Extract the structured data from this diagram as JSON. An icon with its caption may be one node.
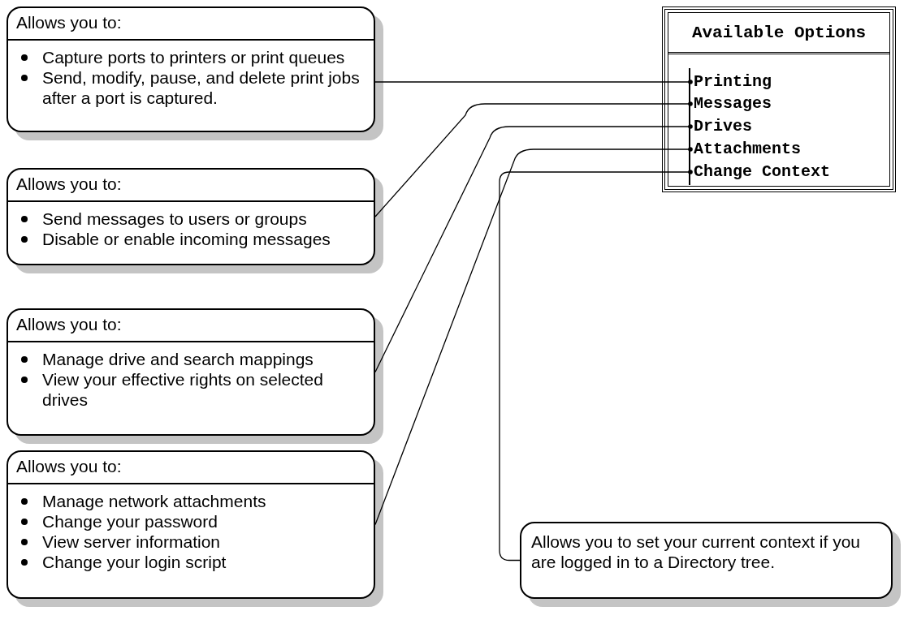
{
  "diagram": {
    "nodes": [
      {
        "text": [
          "Allows you to:",
          "Capture ports to printers or print queues",
          "Send, modify, pause, and delete print jobs after a port is captured."
        ]
      },
      {
        "text": [
          "Allows you to:",
          "Send messages to users or groups",
          "Disable or enable incoming messages"
        ]
      },
      {
        "text": [
          "Allows you to:",
          "Manage drive and search mappings",
          "View your effective rights on selected drives"
        ]
      },
      {
        "text": [
          "Allows you to:",
          "Manage network attachments",
          "Change your password",
          "View server information",
          "Change your login script"
        ]
      },
      {
        "text": [
          "Available Options"
        ]
      },
      {
        "text": [
          "Printing"
        ],
        "in": 4
      },
      {
        "text": [
          "Messages"
        ],
        "in": 4
      },
      {
        "text": [
          "Drives"
        ],
        "in": 4
      },
      {
        "text": [
          "Attachments"
        ],
        "in": 4
      },
      {
        "text": [
          "Change Context"
        ],
        "in": 4
      },
      {
        "text": [
          "Allows you to set your current context if you are logged in to a Directory tree."
        ]
      }
    ],
    "edges": [
      {
        "from": 0,
        "to": 5,
        "arrow": "other"
      },
      {
        "from": 1,
        "to": 6,
        "arrow": "other"
      },
      {
        "from": 2,
        "to": 7,
        "arrow": "other"
      },
      {
        "from": 3,
        "to": 8,
        "arrow": "other"
      },
      {
        "from": 10,
        "to": 9,
        "arrow": "other"
      }
    ]
  }
}
